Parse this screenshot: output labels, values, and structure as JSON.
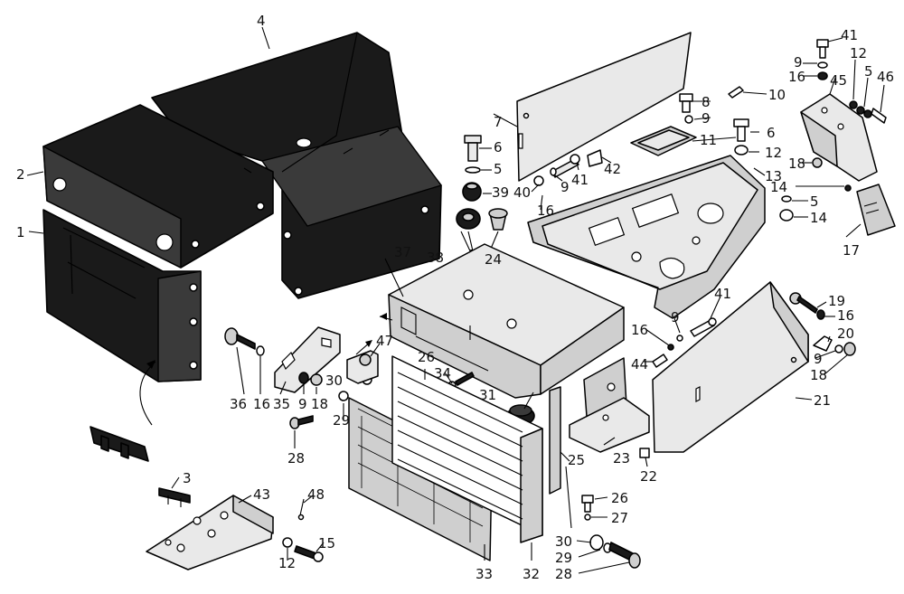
{
  "labels": {
    "l1": "1",
    "l2": "2",
    "l3": "3",
    "l4": "4",
    "l5a": "5",
    "l5b": "5",
    "l5c": "5",
    "l6a": "6",
    "l6b": "6",
    "l7": "7",
    "l8": "8",
    "l9a": "9",
    "l9b": "9",
    "l9c": "9",
    "l9d": "9",
    "l9e": "9",
    "l9f": "9",
    "l10": "10",
    "l11": "11",
    "l12a": "12",
    "l12b": "12",
    "l12c": "12",
    "l13": "13",
    "l14a": "14",
    "l14b": "14",
    "l15": "15",
    "l16a": "16",
    "l16b": "16",
    "l16c": "16",
    "l16d": "16",
    "l16e": "16",
    "l17": "17",
    "l18a": "18",
    "l18b": "18",
    "l18c": "18",
    "l19": "19",
    "l20": "20",
    "l21": "21",
    "l22": "22",
    "l23": "23",
    "l24": "24",
    "l25": "25",
    "l26a": "26",
    "l26b": "26",
    "l27": "27",
    "l28a": "28",
    "l28b": "28",
    "l29a": "29",
    "l29b": "29",
    "l30a": "30",
    "l30b": "30",
    "l31": "31",
    "l32": "32",
    "l33": "33",
    "l34": "34",
    "l35": "35",
    "l36": "36",
    "l37": "37",
    "l38": "38",
    "l39": "39",
    "l40": "40",
    "l41a": "41",
    "l41b": "41",
    "l41c": "41",
    "l42": "42",
    "l43": "43",
    "l44": "44",
    "l45": "45",
    "l46": "46",
    "l47": "47",
    "l48": "48"
  }
}
